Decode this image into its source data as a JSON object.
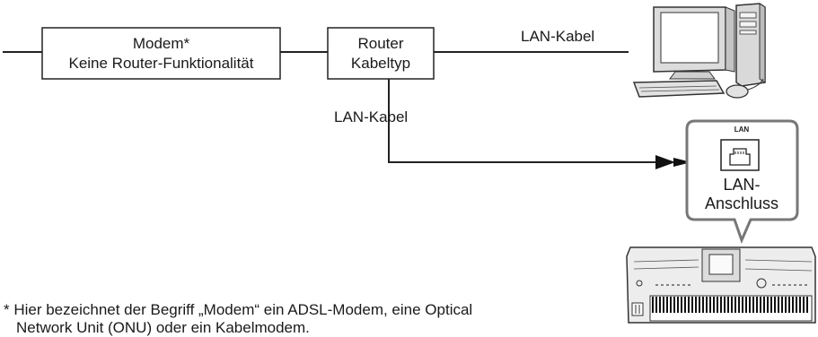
{
  "modem": {
    "line1": "Modem*",
    "line2": "Keine Router-Funktionalität"
  },
  "router": {
    "line1": "Router",
    "line2": "Kabeltyp"
  },
  "cable_top_label": "LAN-Kabel",
  "cable_left_label": "LAN-Kabel",
  "lan_port": {
    "small_label": "LAN",
    "label_line1": "LAN-",
    "label_line2": "Anschluss"
  },
  "footnote": {
    "line1": "* Hier bezeichnet der Begriff „Modem“ ein ADSL-Modem, eine Optical",
    "line2": "Network Unit (ONU) oder ein Kabelmodem."
  },
  "icons": [
    "desktop-computer-icon",
    "keyboard-instrument-icon",
    "ethernet-port-icon"
  ]
}
